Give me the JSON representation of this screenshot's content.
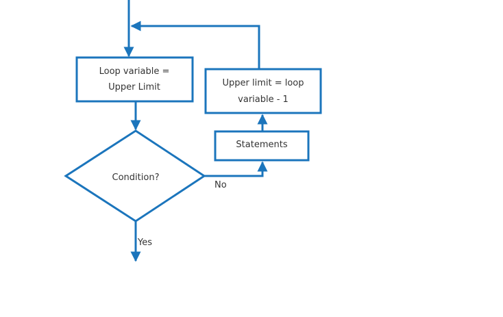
{
  "diagram": {
    "nodes": {
      "assign_box": {
        "line1": "Loop variable =",
        "line2": "Upper Limit"
      },
      "update_box": {
        "line1": "Upper limit = loop",
        "line2": "variable - 1"
      },
      "statements_box": {
        "label": "Statements"
      },
      "condition": {
        "label": "Condition?"
      }
    },
    "edges": {
      "no_label": "No",
      "yes_label": "Yes"
    },
    "colors": {
      "stroke": "#1b75bc",
      "text": "#333333",
      "background": "#ffffff"
    }
  }
}
